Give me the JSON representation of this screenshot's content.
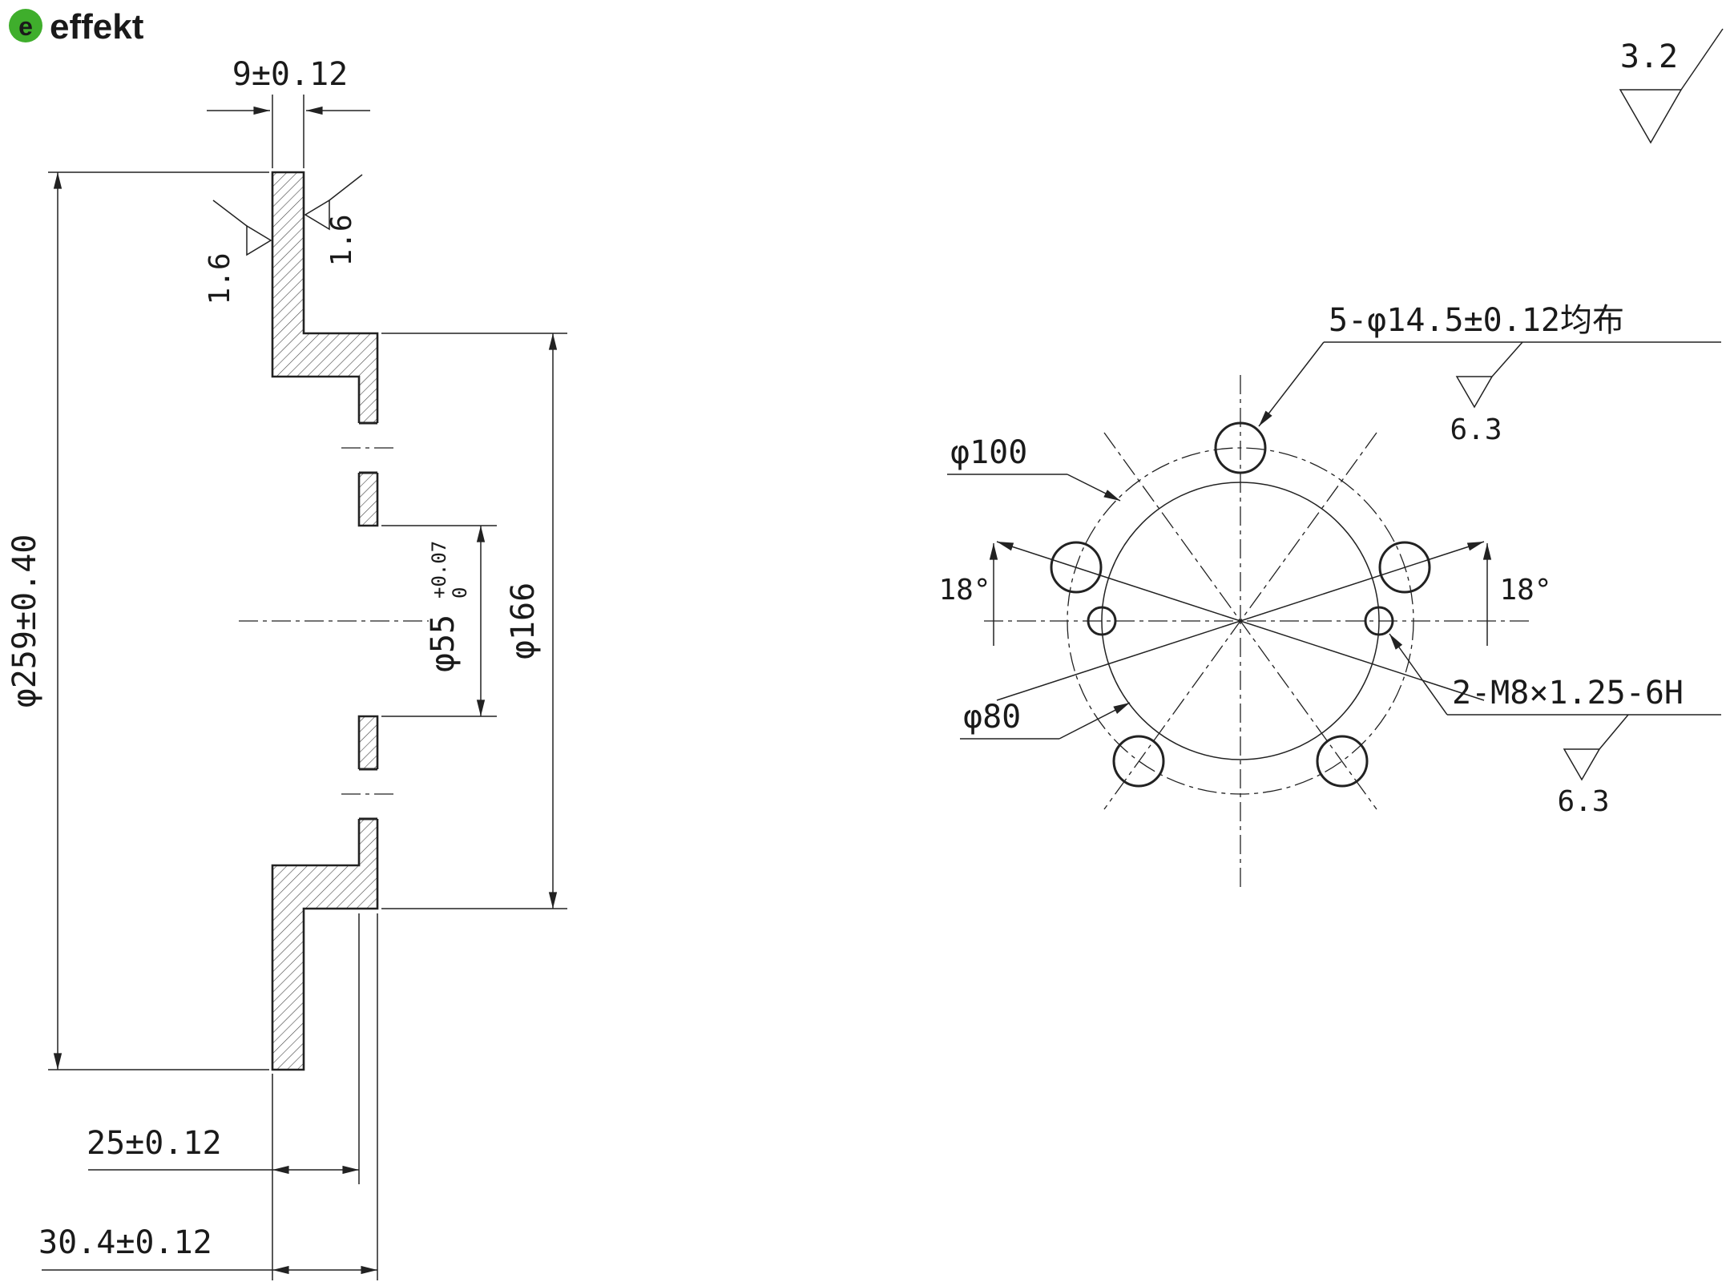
{
  "logo": {
    "text": "effekt",
    "mark": "e",
    "color": "#3fae2c"
  },
  "general_roughness": "3.2",
  "side_view": {
    "dim_thickness": "9±0.12",
    "dim_outer_diameter": "φ259±0.40",
    "dim_hat_diameter": "φ166",
    "dim_bore": "φ55",
    "dim_bore_tol_upper": "+0.07",
    "dim_bore_tol_lower": "0",
    "dim_offset": "25±0.12",
    "dim_overall_depth": "30.4±0.12",
    "roughness_outboard_face": "1.6",
    "roughness_inboard_face": "1.6"
  },
  "front_view": {
    "callout_bolt_holes": "5-φ14.5±0.12均布",
    "roughness_bolt_holes": "6.3",
    "dim_bolt_circle": "φ100",
    "dim_pilot_circle": "φ80",
    "callout_thread": "2-M8×1.25-6H",
    "roughness_thread": "6.3",
    "angle_left": "18°",
    "angle_right": "18°"
  }
}
